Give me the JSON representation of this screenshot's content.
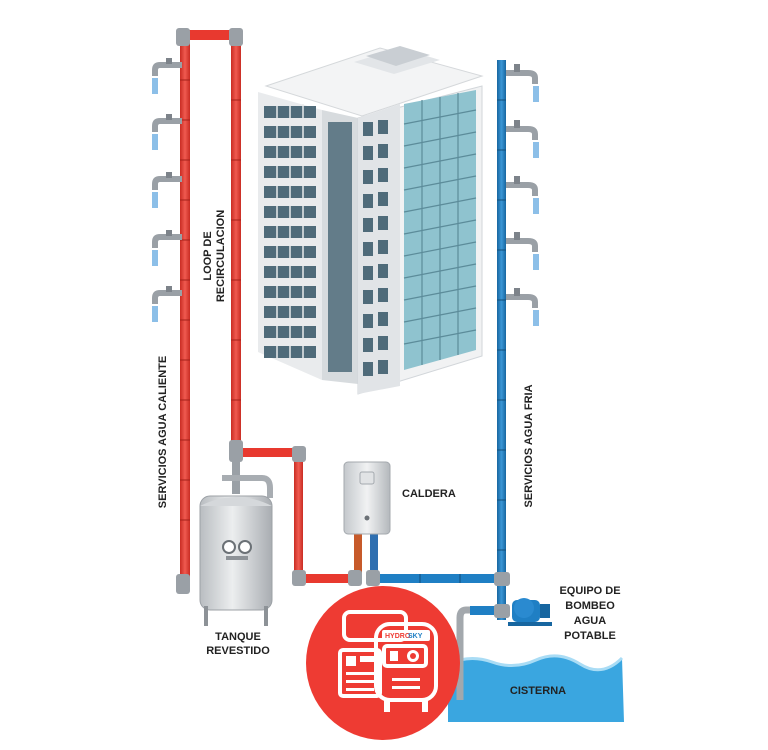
{
  "labels": {
    "loop_line1": "LOOP DE",
    "loop_line2": "RECIRCULACION",
    "hot_services": "SERVICIOS AGUA CALIENTE",
    "cold_services": "SERVICIOS AGUA FRIA",
    "boiler": "CALDERA",
    "tank_line1": "TANQUE",
    "tank_line2": "REVESTIDO",
    "pump_line1": "EQUIPO DE",
    "pump_line2": "BOMBEO",
    "pump_line3": "AGUA",
    "pump_line4": "POTABLE",
    "cistern": "CISTERNA"
  },
  "brand": {
    "part1": "HYDRO",
    "part2": "SKY"
  },
  "colors": {
    "hot_pipe": "#e8392f",
    "cold_pipe": "#1f7fc4",
    "water": "#3aa6e0",
    "badge": "#ee3b33",
    "building_light": "#eef0f2",
    "building_mid": "#c9ced3",
    "window": "#4f6b7a",
    "glass": "#8fc3cf"
  },
  "icons": {
    "hot_faucets": "faucet-icon",
    "cold_faucets": "faucet-icon",
    "badge": "hydrosky-equipment-icon"
  }
}
